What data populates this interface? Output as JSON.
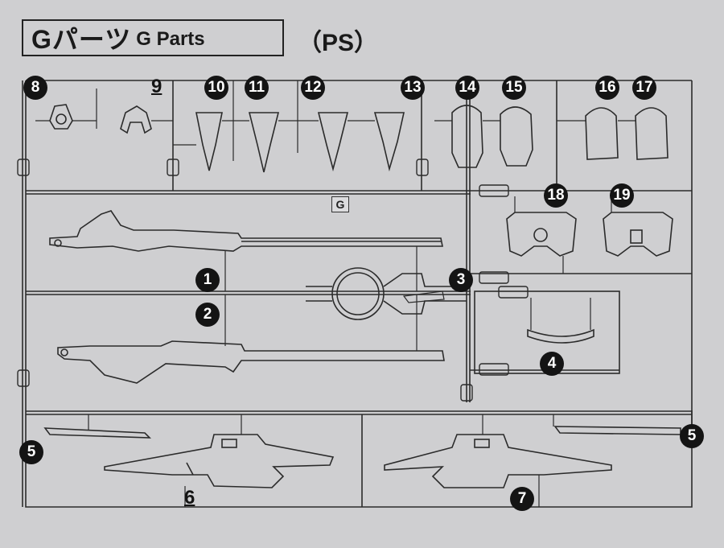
{
  "title": {
    "jp": "Gパーツ",
    "en": "G Parts",
    "suffix": "（PS）"
  },
  "runner_tag": "G",
  "parts": [
    {
      "label": "8"
    },
    {
      "label": "9"
    },
    {
      "label": "10"
    },
    {
      "label": "11"
    },
    {
      "label": "12"
    },
    {
      "label": "13"
    },
    {
      "label": "14"
    },
    {
      "label": "15"
    },
    {
      "label": "16"
    },
    {
      "label": "17"
    },
    {
      "label": "18"
    },
    {
      "label": "19"
    },
    {
      "label": "1"
    },
    {
      "label": "2"
    },
    {
      "label": "3"
    },
    {
      "label": "4"
    },
    {
      "label": "5"
    },
    {
      "label": "5"
    },
    {
      "label": "6"
    },
    {
      "label": "7"
    }
  ],
  "colors": {
    "background": "#cfcfd1",
    "line": "#2a2a2a",
    "badge": "#141414"
  }
}
